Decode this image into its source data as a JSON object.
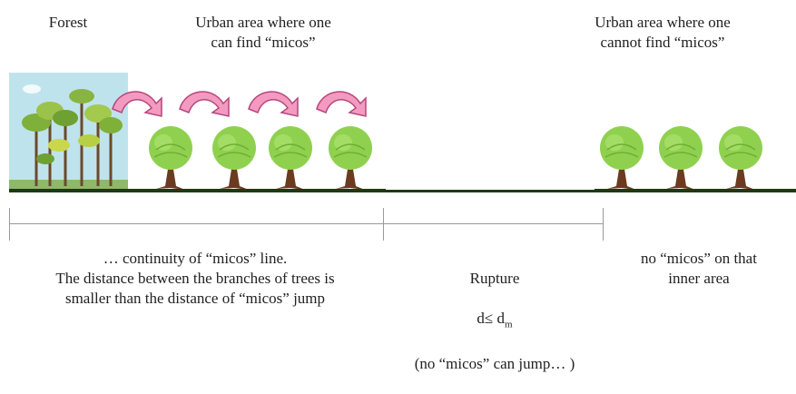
{
  "labels": {
    "forest": "Forest",
    "urban_micos": "Urban area where one\ncan find “micos”",
    "urban_no_micos": "Urban area where one\ncannot find “micos”",
    "continuity": "… continuity of “micos” line.\nThe distance between the branches of trees is\nsmaller than the distance of “micos” jump",
    "rupture_title": "Rupture",
    "rupture_formula_prefix": "d≤ d",
    "rupture_formula_sub": "m",
    "rupture_note": "(no “micos” can jump… )",
    "no_micos": "no “micos” on that\ninner area"
  },
  "colors": {
    "ground": "#1f3a12",
    "arrow": "#f49ac1",
    "arrow_stroke": "#b5477c",
    "tree_leaf": "#8fd14f",
    "tree_trunk": "#6b3a1f",
    "forest_bg": "#bfe3ec",
    "scale": "#9a9a9a"
  },
  "icons": [
    "forest-icon",
    "tree-icon",
    "jump-arrow-icon"
  ]
}
